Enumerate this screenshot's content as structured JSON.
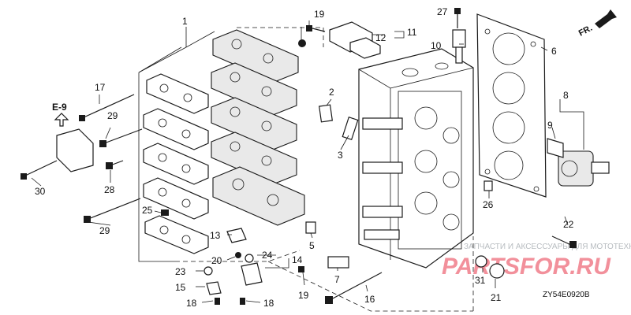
{
  "diagram": {
    "code": "ZY54E0920B",
    "reference": "E-9",
    "direction": "FR.",
    "watermark": {
      "main": "PARTSFOR.RU",
      "sub": "ЗАПЧАСТИ И АКСЕССУАРЫ ДЛЯ МОТОТЕХНИКИ"
    },
    "callouts": {
      "p1": "1",
      "p2": "2",
      "p3": "3",
      "p5": "5",
      "p6": "6",
      "p7": "7",
      "p8": "8",
      "p9": "9",
      "p10": "10",
      "p11": "11",
      "p12": "12",
      "p13": "13",
      "p14": "14",
      "p15": "15",
      "p16": "16",
      "p17": "17",
      "p18a": "18",
      "p18b": "18",
      "p19a": "19",
      "p19b": "19",
      "p20": "20",
      "p21": "21",
      "p22": "22",
      "p23": "23",
      "p24": "24",
      "p25": "25",
      "p26": "26",
      "p27": "27",
      "p28": "28",
      "p29a": "29",
      "p29b": "29",
      "p30": "30",
      "p31": "31"
    }
  }
}
